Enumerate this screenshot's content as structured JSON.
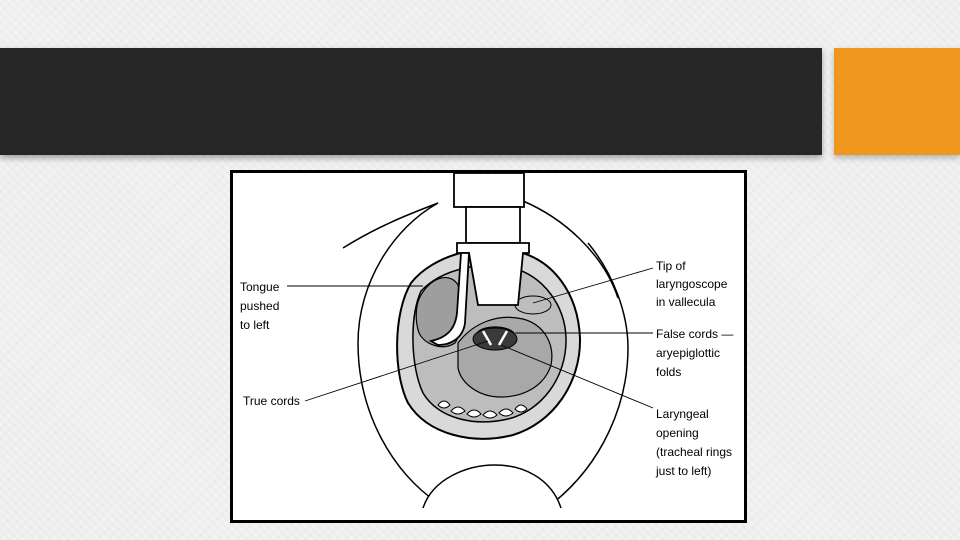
{
  "slide": {
    "title_bar_color": "#262626",
    "accent_color": "#ef971d",
    "background_color": "#f2f2f2"
  },
  "diagram": {
    "labels": {
      "tongue": [
        "Tongue",
        "pushed",
        "to left"
      ],
      "tip": [
        "Tip of",
        "laryngoscope",
        "in vallecula"
      ],
      "false_cords": [
        "False cords —",
        "aryepiglottic",
        "folds"
      ],
      "true_cords": [
        "True cords"
      ],
      "laryngeal": [
        "Laryngeal",
        "opening",
        "(tracheal rings",
        "just to left)"
      ]
    }
  }
}
